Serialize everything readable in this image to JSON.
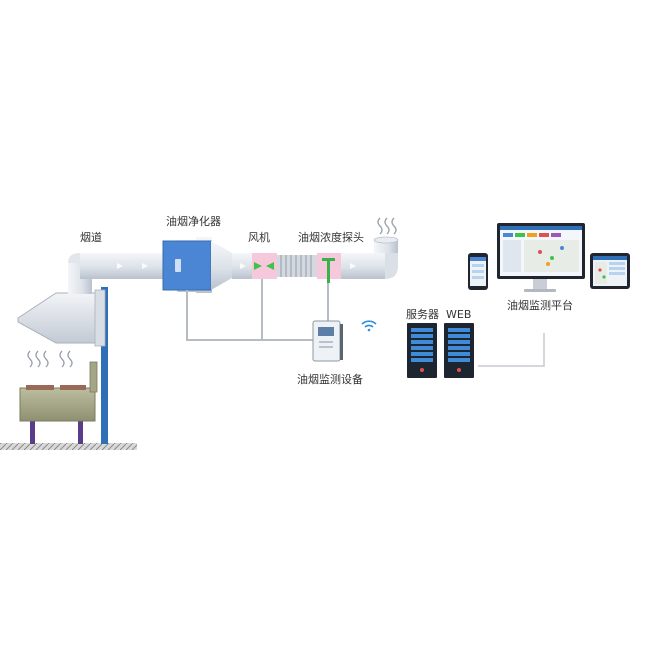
{
  "labels": {
    "duct": "烟道",
    "purifier": "油烟净化器",
    "fan": "风机",
    "probe": "油烟浓度探头",
    "monitor_device": "油烟监测设备",
    "server": "服务器",
    "web": "WEB",
    "platform": "油烟监测平台"
  },
  "colors": {
    "pipe_light": "#e6eaf0",
    "pipe_dark": "#b6bfcb",
    "purifier_blue": "#4a86d3",
    "fan_pink": "#f6c8dc",
    "fan_green": "#3ec24a",
    "probe_green": "#37b34a",
    "server_dark": "#1d2630",
    "server_blue": "#3f8bd8",
    "stove_olive": "#a8a888",
    "leg_purple": "#5b3c8a",
    "pole_blue": "#2f6fb8",
    "wifi_blue": "#2f8fd8",
    "line_gray": "#b7bcc4"
  },
  "icons": [
    "wifi-icon",
    "steam-icon",
    "server-icon",
    "monitor-icon",
    "phone-icon",
    "tablet-icon"
  ]
}
